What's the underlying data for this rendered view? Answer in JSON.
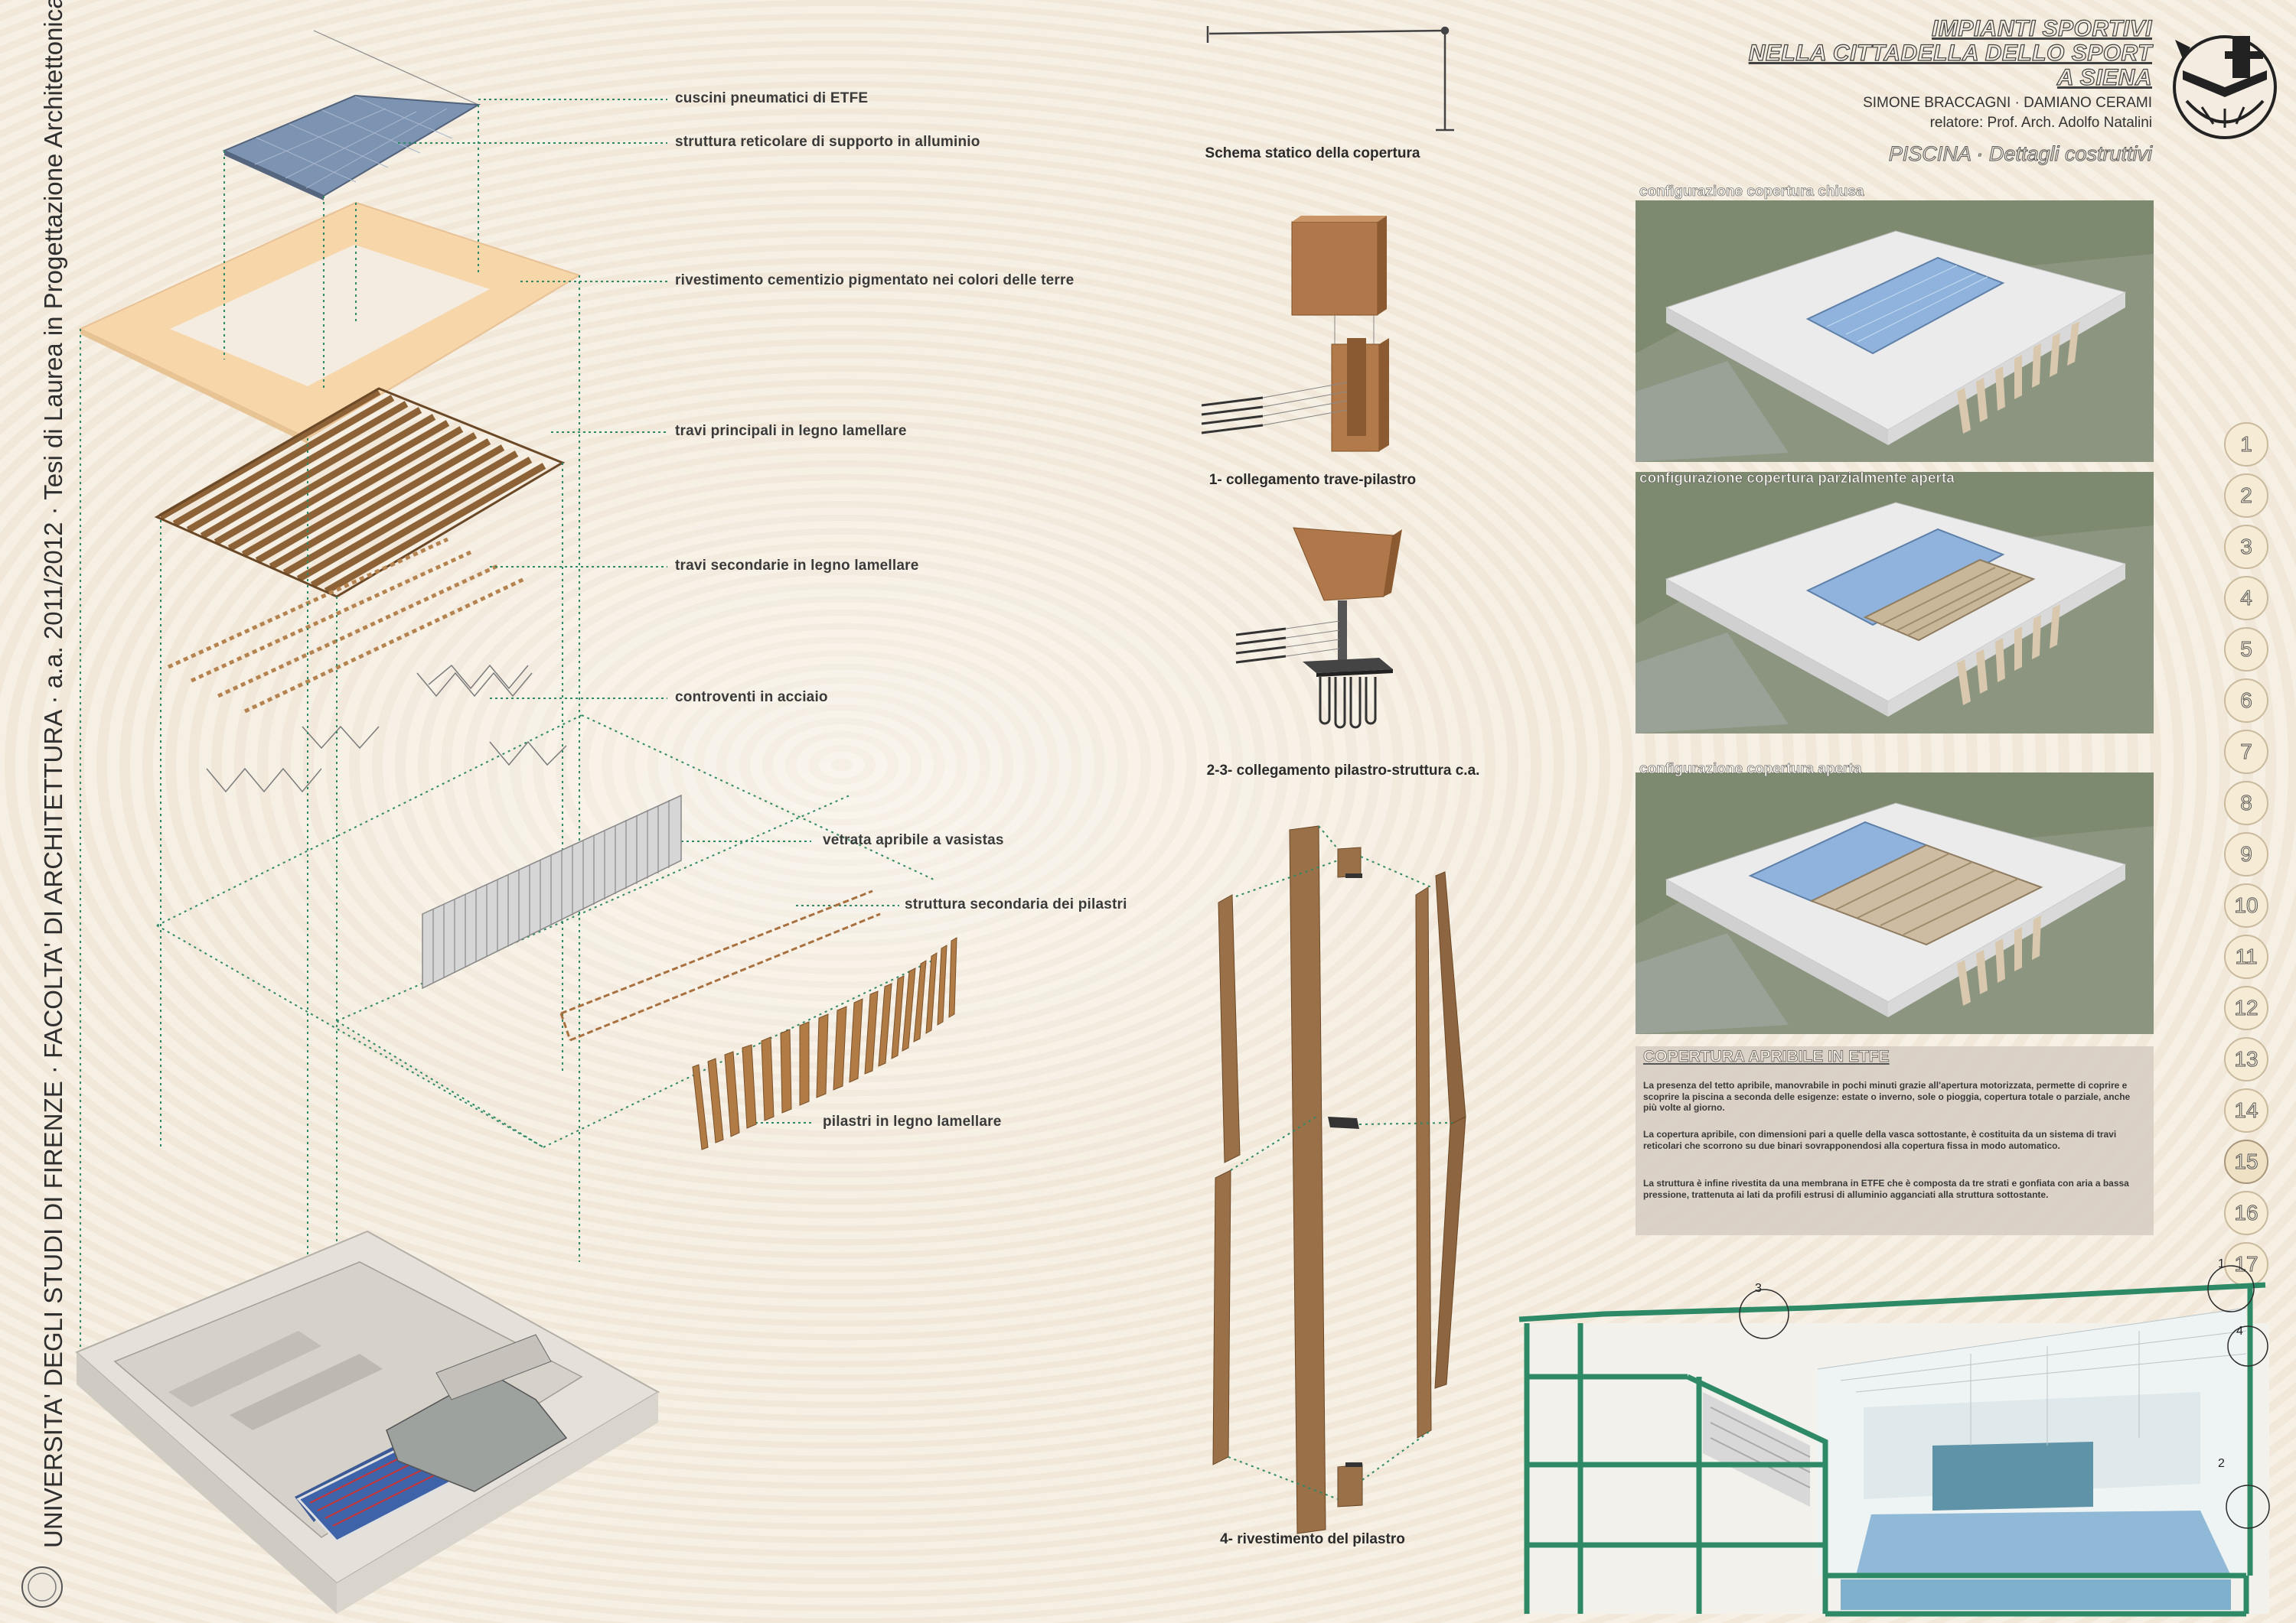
{
  "side_text": "UNIVERSITA' DEGLI STUDI DI FIRENZE · FACOLTA' DI ARCHITETTURA · a.a. 2011/2012 · Tesi di Laurea in Progettazione Architettonica e Urbana",
  "header": {
    "title_lines": [
      "IMPIANTI SPORTIVI",
      "NELLA CITTADELLA DELLO SPORT",
      "A SIENA"
    ],
    "authors": "SIMONE BRACCAGNI · DAMIANO CERAMI",
    "relatore": "relatore: Prof. Arch. Adolfo Natalini",
    "subtitle": "PISCINA · Dettagli costruttivi"
  },
  "exploded_labels": [
    "cuscini pneumatici di ETFE",
    "struttura reticolare di supporto in alluminio",
    "rivestimento cementizio pigmentato nei colori delle terre",
    "travi principali in legno lamellare",
    "travi secondarie in legno lamellare",
    "controventi in acciaio",
    "vetrata apribile a vasistas",
    "struttura secondaria dei pilastri",
    "pilastri in legno lamellare"
  ],
  "details": {
    "static_scheme": "Schema statico della copertura",
    "detail1": "1- collegamento trave-pilastro",
    "detail23": "2-3- collegamento pilastro-struttura c.a.",
    "detail4": "4- rivestimento del pilastro"
  },
  "renders": [
    "configurazione copertura chiusa",
    "configurazione copertura parzialmente aperta",
    "configurazione copertura aperta"
  ],
  "page_numbers": [
    "1",
    "2",
    "3",
    "4",
    "5",
    "6",
    "7",
    "8",
    "9",
    "10",
    "11",
    "12",
    "13",
    "14",
    "15",
    "16",
    "17"
  ],
  "active_page": "15",
  "textbox": {
    "title": "COPERTURA APRIBILE IN ETFE",
    "p1": "La presenza del tetto apribile, manovrabile in pochi minuti grazie all'apertura motorizzata, permette di coprire e scoprire la piscina a seconda delle esigenze: estate o inverno, sole o pioggia, copertura totale o parziale, anche più volte al giorno.",
    "p2": "La copertura apribile, con dimensioni pari a quelle della vasca sottostante, è costituita da un sistema di travi reticolari che scorrono su due binari sovrapponendosi alla copertura fissa in modo automatico.",
    "p3": "La struttura è infine rivestita da una membrana in ETFE che è composta da tre strati e gonfiata con aria a bassa pressione, trattenuta ai lati da profili estrusi di alluminio agganciati alla struttura sottostante."
  },
  "section_markers": [
    "1",
    "2",
    "3",
    "4"
  ],
  "colors": {
    "accent_green": "#2e8a66",
    "wood": "#9a7048",
    "background": "#f4ece0"
  }
}
